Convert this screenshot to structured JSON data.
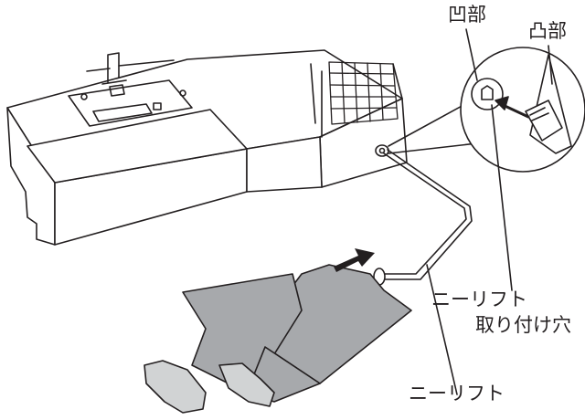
{
  "labels": {
    "concave_part": "凹部",
    "convex_part": "凸部",
    "knee_lift_hole_line1": "ニーリフト",
    "knee_lift_hole_line2": "取り付け穴",
    "knee_lift": "ニーリフト"
  },
  "colors": {
    "line": "#231f20",
    "machine_fill": "#ffffff",
    "leg_fill": "#a7a9ac",
    "leg_dark": "#8a8c8e",
    "shoe_fill": "#d1d3d4",
    "arrow": "#231f20"
  }
}
